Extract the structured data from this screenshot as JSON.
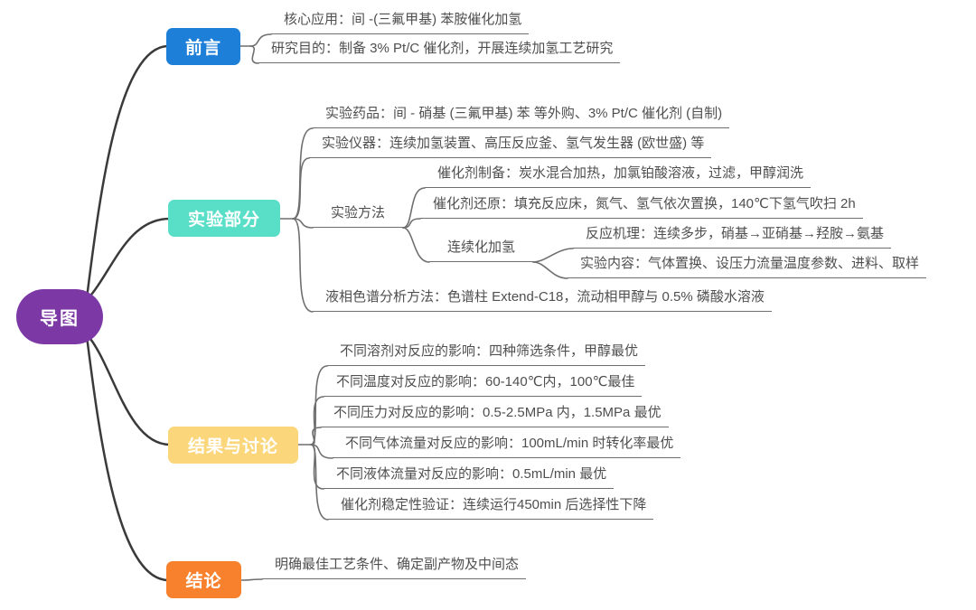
{
  "root": {
    "label": "导图",
    "color": "#7c39a6"
  },
  "colors": {
    "main_line": "#3a3a3a",
    "sub_line": "#6f6f6f",
    "leaf_text": "#4f4f4f"
  },
  "branches": [
    {
      "label": "前言",
      "color": "#1d7fd8",
      "children": [
        {
          "text": "核心应用：间 -(三氟甲基) 苯胺催化加氢"
        },
        {
          "text": "研究目的：制备 3% Pt/C 催化剂，开展连续加氢工艺研究"
        }
      ]
    },
    {
      "label": "实验部分",
      "color": "#59dec7",
      "children": [
        {
          "text": "实验药品：间 - 硝基 (三氟甲基) 苯 等外购、3% Pt/C 催化剂 (自制)"
        },
        {
          "text": "实验仪器：连续加氢装置、高压反应釜、氢气发生器 (欧世盛) 等"
        },
        {
          "text": "实验方法",
          "children": [
            {
              "text": "催化剂制备：炭水混合加热，加氯铂酸溶液，过滤，甲醇润洗"
            },
            {
              "text": "催化剂还原：填充反应床，氮气、氢气依次置换，140℃下氢气吹扫 2h"
            },
            {
              "text": "连续化加氢",
              "children": [
                {
                  "text": "反应机理：连续多步，硝基→亚硝基→羟胺→氨基"
                },
                {
                  "text": "实验内容：气体置换、设压力流量温度参数、进料、取样"
                }
              ]
            }
          ]
        },
        {
          "text": "液相色谱分析方法：色谱柱 Extend-C18，流动相甲醇与 0.5% 磷酸水溶液"
        }
      ]
    },
    {
      "label": "结果与讨论",
      "color": "#fbd67b",
      "children": [
        {
          "text": "不同溶剂对反应的影响：四种筛选条件，甲醇最优"
        },
        {
          "text": "不同温度对反应的影响：60-140℃内，100℃最佳"
        },
        {
          "text": "不同压力对反应的影响：0.5-2.5MPa 内，1.5MPa 最优"
        },
        {
          "text": "不同气体流量对反应的影响：100mL/min 时转化率最优"
        },
        {
          "text": "不同液体流量对反应的影响：0.5mL/min 最优"
        },
        {
          "text": "催化剂稳定性验证：连续运行450min 后选择性下降"
        }
      ]
    },
    {
      "label": "结论",
      "color": "#f8812e",
      "children": [
        {
          "text": "明确最佳工艺条件、确定副产物及中间态"
        }
      ]
    }
  ]
}
